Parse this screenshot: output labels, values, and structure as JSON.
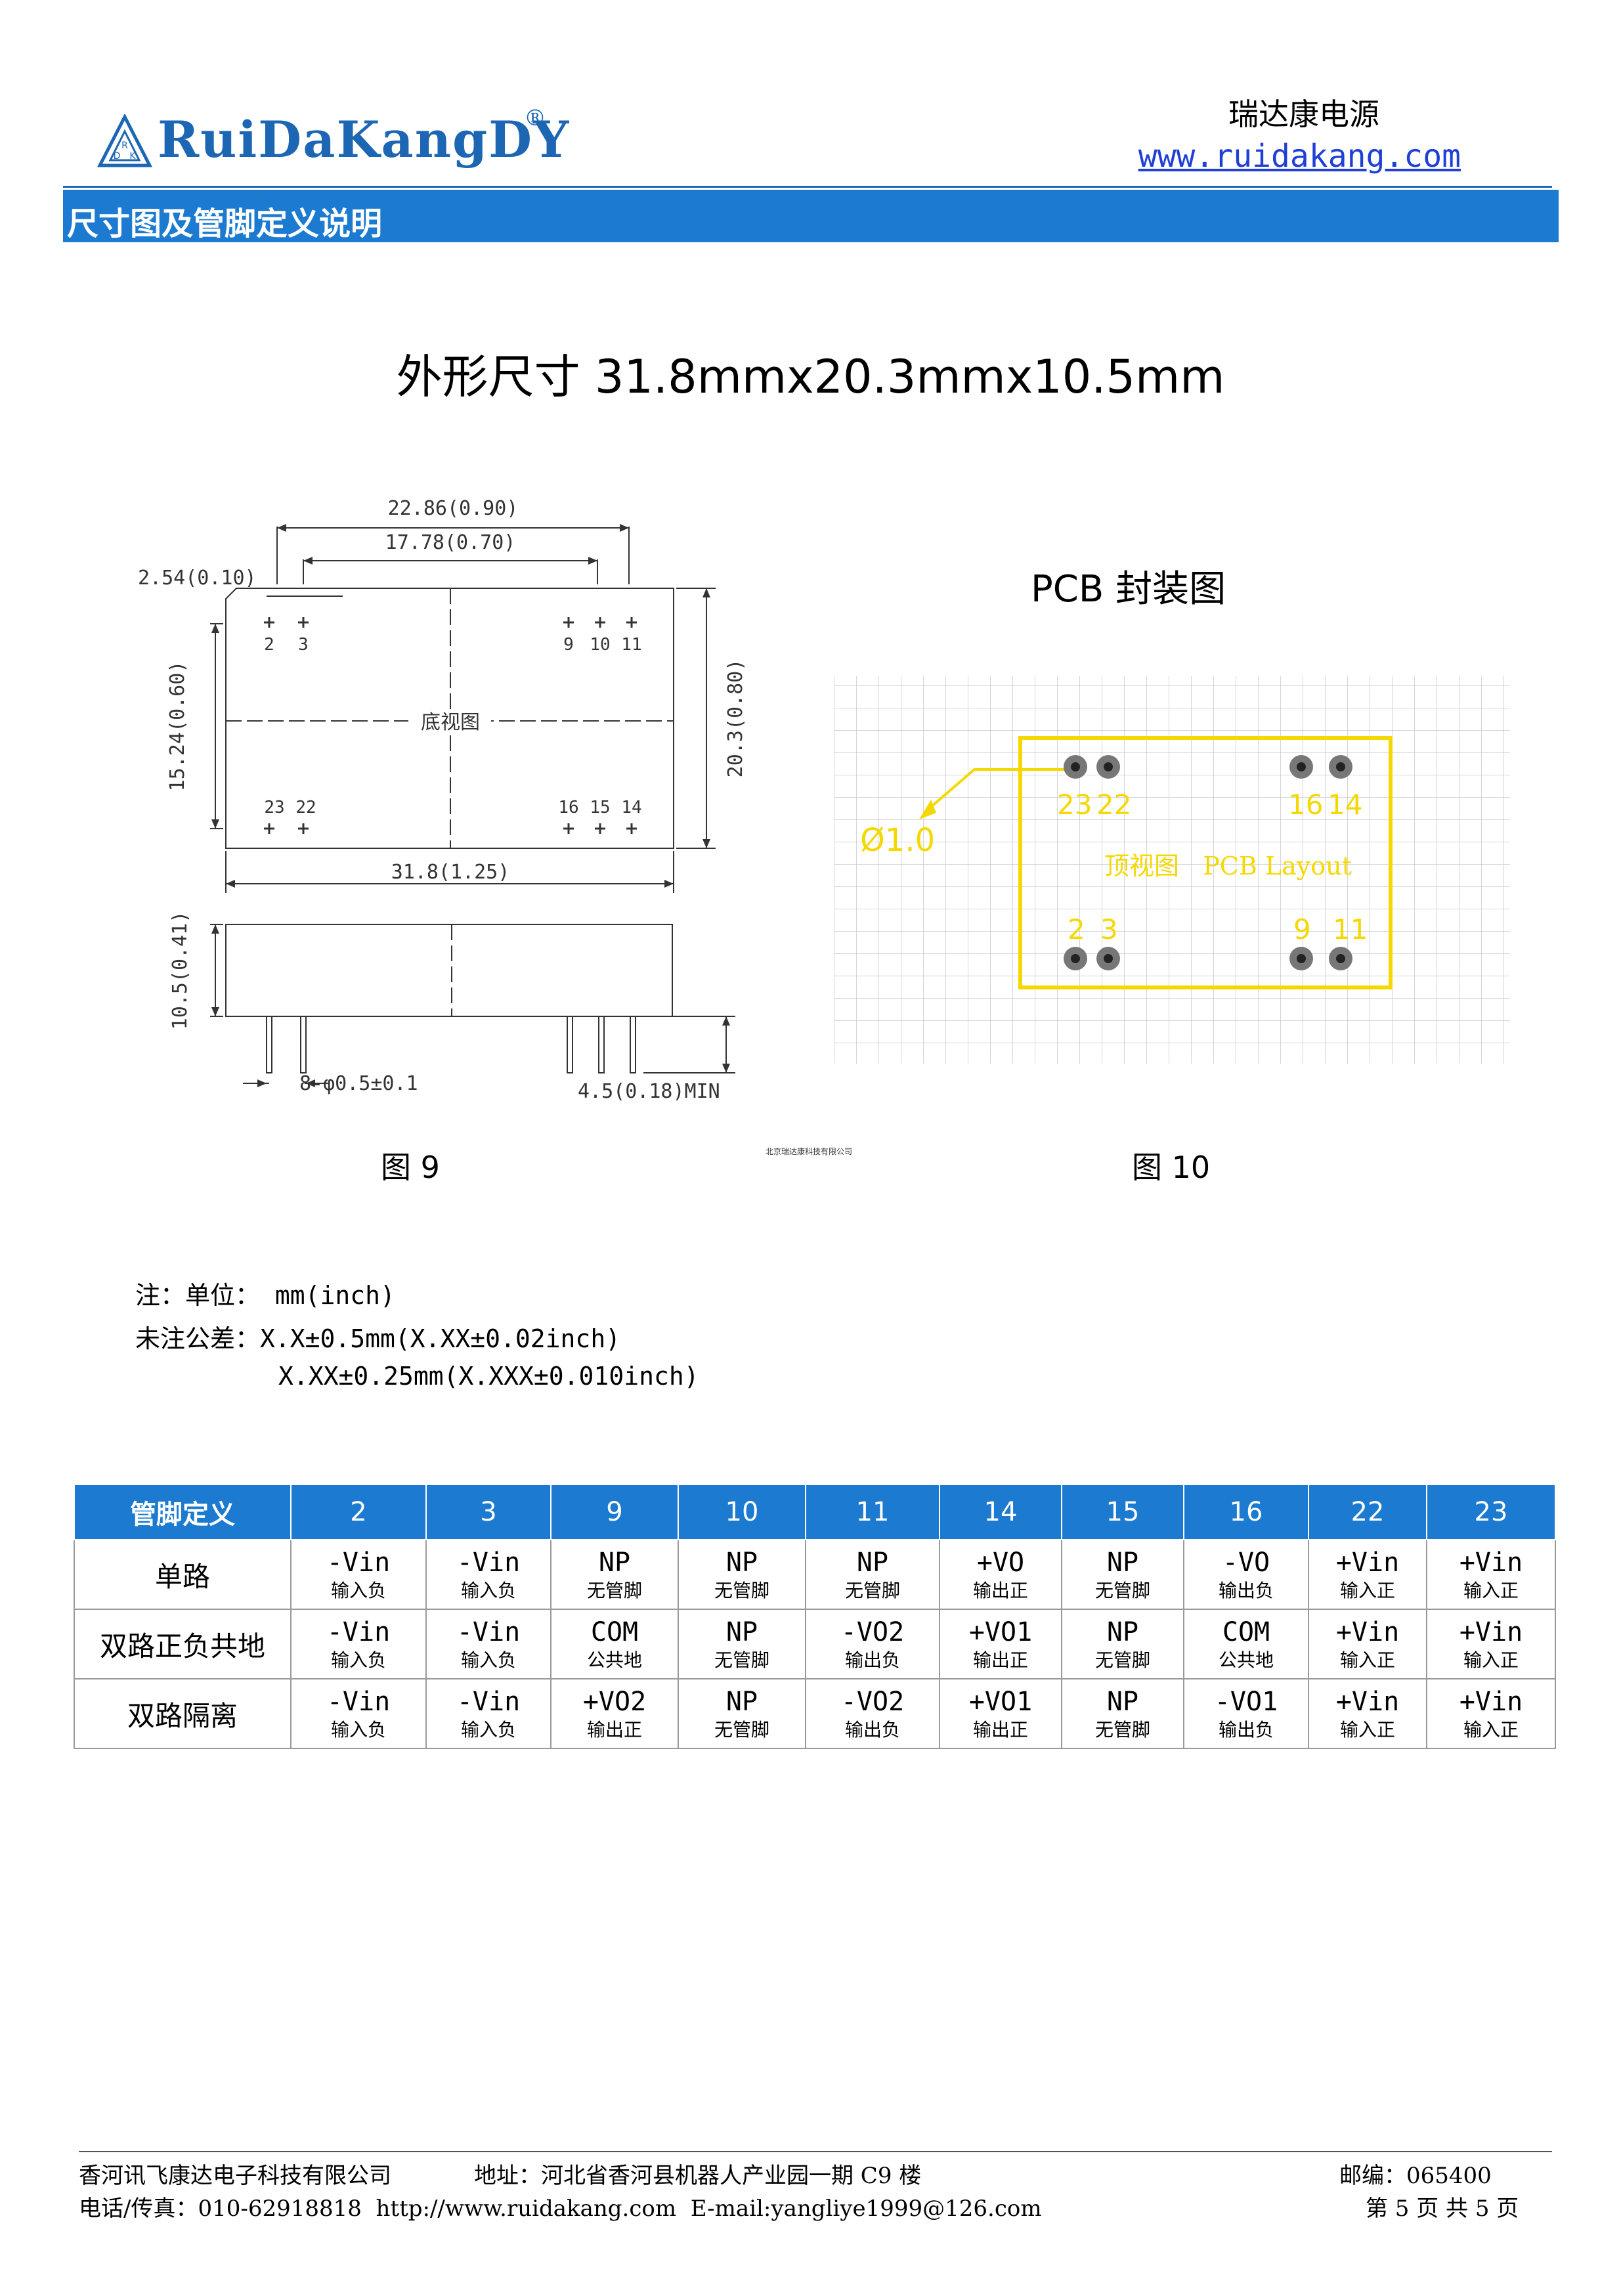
{
  "header": {
    "logo_text": "RuiDaKangDY",
    "logo_reg": "®",
    "logo_emblem_letters": [
      "R",
      "D",
      "K"
    ],
    "brand_cn": "瑞达康电源",
    "brand_url": "www.ruidakang.com",
    "section_title": "尺寸图及管脚定义说明",
    "accent_color": "#1c7bd0"
  },
  "main_title": "外形尺寸 31.8mmx20.3mmx10.5mm",
  "fig9": {
    "dims": {
      "w2286": "22.86(0.90)",
      "w1778": "17.78(0.70)",
      "w254": "2.54(0.10)",
      "h1524": "15.24(0.60)",
      "h203": "20.3(0.80)",
      "w318": "31.8(1.25)",
      "h105": "10.5(0.41)",
      "pin_dia": "8-φ0.5±0.1",
      "pin_len": "4.5(0.18)MIN"
    },
    "label_bottom_view": "底视图",
    "pins_top_left": [
      "2",
      "3"
    ],
    "pins_top_right": [
      "9",
      "10",
      "11"
    ],
    "pins_bottom_left": [
      "23",
      "22"
    ],
    "pins_bottom_right": [
      "16",
      "15",
      "14"
    ],
    "caption": "图 9"
  },
  "fig10": {
    "title": "PCB 封装图",
    "hole_label": "Ø1.0",
    "layout_label": "顶视图   PCB Layout",
    "pins_top": [
      "23",
      "22",
      "16",
      "14"
    ],
    "pins_bottom": [
      "2",
      "3",
      "9",
      "11"
    ],
    "caption": "图 10",
    "outline_color": "#f5d800"
  },
  "tiny_note": "北京瑞达康科技有限公司",
  "notes": {
    "unit": "注：单位： mm(inch)",
    "tol1": "未注公差：X.X±0.5mm(X.XX±0.02inch)",
    "tol2": "X.XX±0.25mm(X.XXX±0.010inch)"
  },
  "table": {
    "header_label": "管脚定义",
    "pins": [
      "2",
      "3",
      "9",
      "10",
      "11",
      "14",
      "15",
      "16",
      "22",
      "23"
    ],
    "rows": [
      {
        "name": "单路",
        "cells": [
          {
            "v": "-Vin",
            "d": "输入负"
          },
          {
            "v": "-Vin",
            "d": "输入负"
          },
          {
            "v": "NP",
            "d": "无管脚"
          },
          {
            "v": "NP",
            "d": "无管脚"
          },
          {
            "v": "NP",
            "d": "无管脚"
          },
          {
            "v": "+VO",
            "d": "输出正"
          },
          {
            "v": "NP",
            "d": "无管脚"
          },
          {
            "v": "-VO",
            "d": "输出负"
          },
          {
            "v": "+Vin",
            "d": "输入正"
          },
          {
            "v": "+Vin",
            "d": "输入正"
          }
        ]
      },
      {
        "name": "双路正负共地",
        "cells": [
          {
            "v": "-Vin",
            "d": "输入负"
          },
          {
            "v": "-Vin",
            "d": "输入负"
          },
          {
            "v": "COM",
            "d": "公共地"
          },
          {
            "v": "NP",
            "d": "无管脚"
          },
          {
            "v": "-VO2",
            "d": "输出负"
          },
          {
            "v": "+VO1",
            "d": "输出正"
          },
          {
            "v": "NP",
            "d": "无管脚"
          },
          {
            "v": "COM",
            "d": "公共地"
          },
          {
            "v": "+Vin",
            "d": "输入正"
          },
          {
            "v": "+Vin",
            "d": "输入正"
          }
        ]
      },
      {
        "name": "双路隔离",
        "cells": [
          {
            "v": "-Vin",
            "d": "输入负"
          },
          {
            "v": "-Vin",
            "d": "输入负"
          },
          {
            "v": "+VO2",
            "d": "输出正"
          },
          {
            "v": "NP",
            "d": "无管脚"
          },
          {
            "v": "-VO2",
            "d": "输出负"
          },
          {
            "v": "+VO1",
            "d": "输出正"
          },
          {
            "v": "NP",
            "d": "无管脚"
          },
          {
            "v": "-VO1",
            "d": "输出负"
          },
          {
            "v": "+Vin",
            "d": "输入正"
          },
          {
            "v": "+Vin",
            "d": "输入正"
          }
        ]
      }
    ]
  },
  "footer": {
    "company": "香河讯飞康达电子科技有限公司",
    "address": "地址：河北省香河县机器人产业园一期 C9 楼",
    "zip": "邮编：065400",
    "tel": "电话/传真：010-62918818  http://www.ruidakang.com  E-mail:yangliye1999@126.com",
    "page": "第 5 页 共 5 页"
  }
}
